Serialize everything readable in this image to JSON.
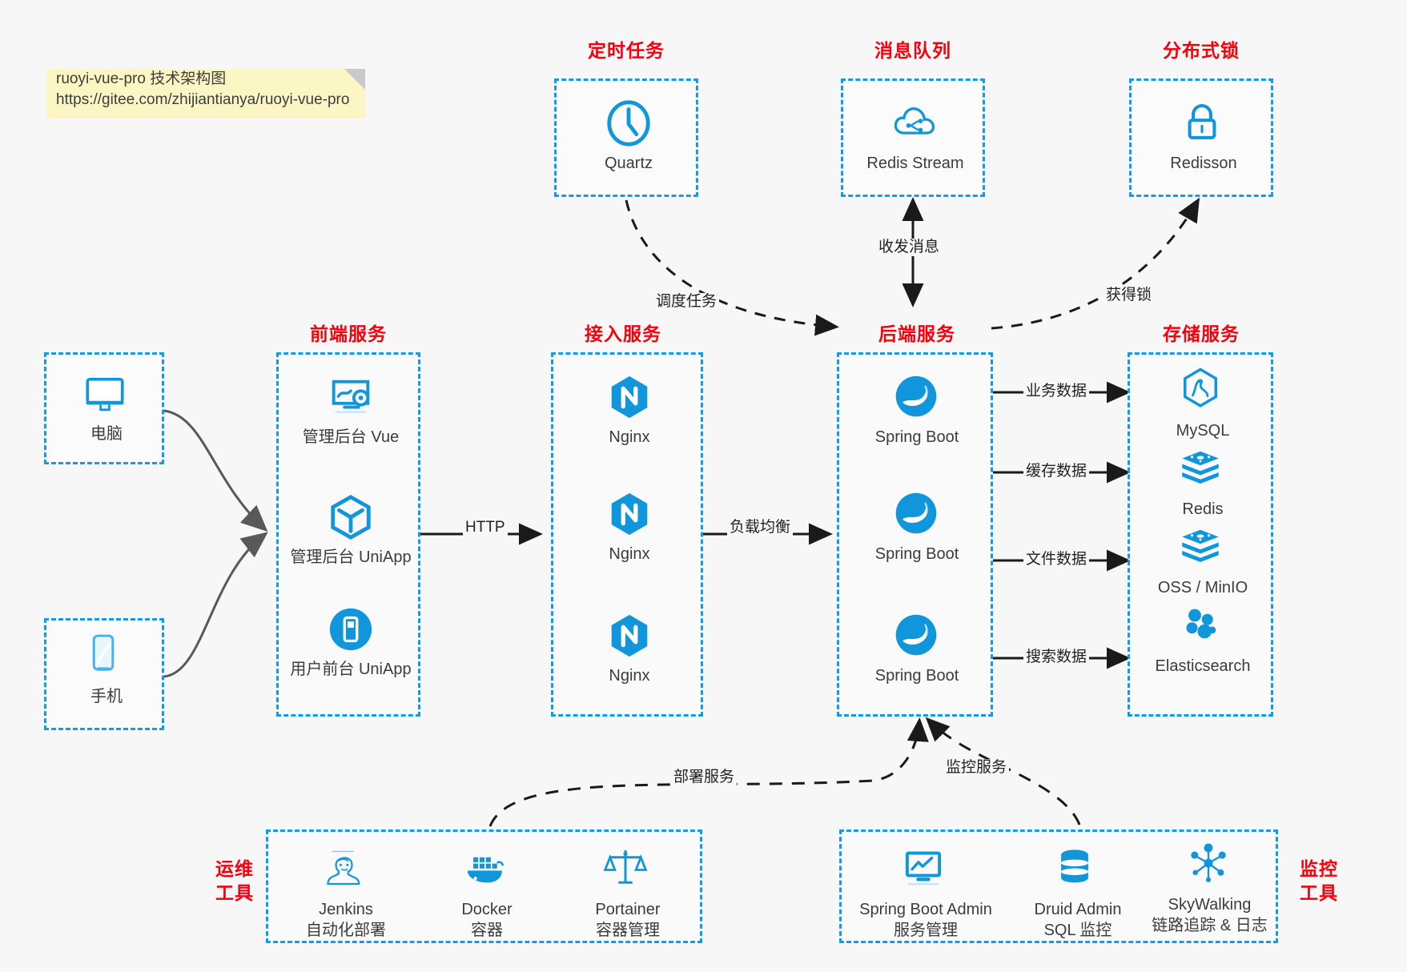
{
  "note": {
    "line1": "ruoyi-vue-pro 技术架构图",
    "line2": "https://gitee.com/zhijiantianya/ruoyi-vue-pro"
  },
  "colors": {
    "accent_blue": "#119ceb",
    "title_red": "#f7000c",
    "icon_blue": "#1296db",
    "arrow_gray": "#595959",
    "arrow_black": "#1a1a1a",
    "note_yellow": "#fbf6c3",
    "background": "#f7f7f7"
  },
  "groups": {
    "scheduler": {
      "title": "定时任务",
      "nodes": [
        {
          "label": "Quartz",
          "icon": "clock-icon"
        }
      ]
    },
    "mq": {
      "title": "消息队列",
      "nodes": [
        {
          "label": "Redis Stream",
          "icon": "cloud-stream-icon"
        }
      ]
    },
    "lock": {
      "title": "分布式锁",
      "nodes": [
        {
          "label": "Redisson",
          "icon": "lock-icon"
        }
      ]
    },
    "clients": {
      "pc": {
        "label": "电脑",
        "icon": "desktop-icon"
      },
      "mobile": {
        "label": "手机",
        "icon": "phone-icon"
      }
    },
    "frontend": {
      "title": "前端服务",
      "nodes": [
        {
          "label": "管理后台 Vue",
          "icon": "dashboard-icon"
        },
        {
          "label": "管理后台 UniApp",
          "icon": "cube-icon"
        },
        {
          "label": "用户前台 UniApp",
          "icon": "app-icon"
        }
      ]
    },
    "gateway": {
      "title": "接入服务",
      "nodes": [
        {
          "label": "Nginx",
          "icon": "nginx-icon"
        },
        {
          "label": "Nginx",
          "icon": "nginx-icon"
        },
        {
          "label": "Nginx",
          "icon": "nginx-icon"
        }
      ]
    },
    "backend": {
      "title": "后端服务",
      "nodes": [
        {
          "label": "Spring Boot",
          "icon": "spring-icon"
        },
        {
          "label": "Spring Boot",
          "icon": "spring-icon"
        },
        {
          "label": "Spring Boot",
          "icon": "spring-icon"
        }
      ]
    },
    "storage": {
      "title": "存储服务",
      "nodes": [
        {
          "label": "MySQL",
          "icon": "mysql-icon"
        },
        {
          "label": "Redis",
          "icon": "redis-icon"
        },
        {
          "label": "OSS / MinIO",
          "icon": "redis-icon"
        },
        {
          "label": "Elasticsearch",
          "icon": "elasticsearch-icon"
        }
      ]
    },
    "devops": {
      "title_line1": "运维",
      "title_line2": "工具",
      "nodes": [
        {
          "label": "Jenkins",
          "sublabel": "自动化部署",
          "icon": "jenkins-icon"
        },
        {
          "label": "Docker",
          "sublabel": "容器",
          "icon": "docker-icon"
        },
        {
          "label": "Portainer",
          "sublabel": "容器管理",
          "icon": "scale-icon"
        }
      ]
    },
    "monitor": {
      "title_line1": "监控",
      "title_line2": "工具",
      "nodes": [
        {
          "label": "Spring Boot Admin",
          "sublabel": "服务管理",
          "icon": "monitor-screen-icon"
        },
        {
          "label": "Druid Admin",
          "sublabel": "SQL 监控",
          "icon": "database-icon"
        },
        {
          "label": "SkyWalking",
          "sublabel": "链路追踪 & 日志",
          "icon": "skywalking-icon"
        }
      ]
    }
  },
  "edges": {
    "http": "HTTP",
    "load_balance": "负载均衡",
    "schedule_task": "调度任务",
    "send_receive_message": "收发消息",
    "acquire_lock": "获得锁",
    "business_data": "业务数据",
    "cache_data": "缓存数据",
    "file_data": "文件数据",
    "search_data": "搜索数据",
    "deploy_service": "部署服务",
    "monitor_service": "监控服务"
  }
}
